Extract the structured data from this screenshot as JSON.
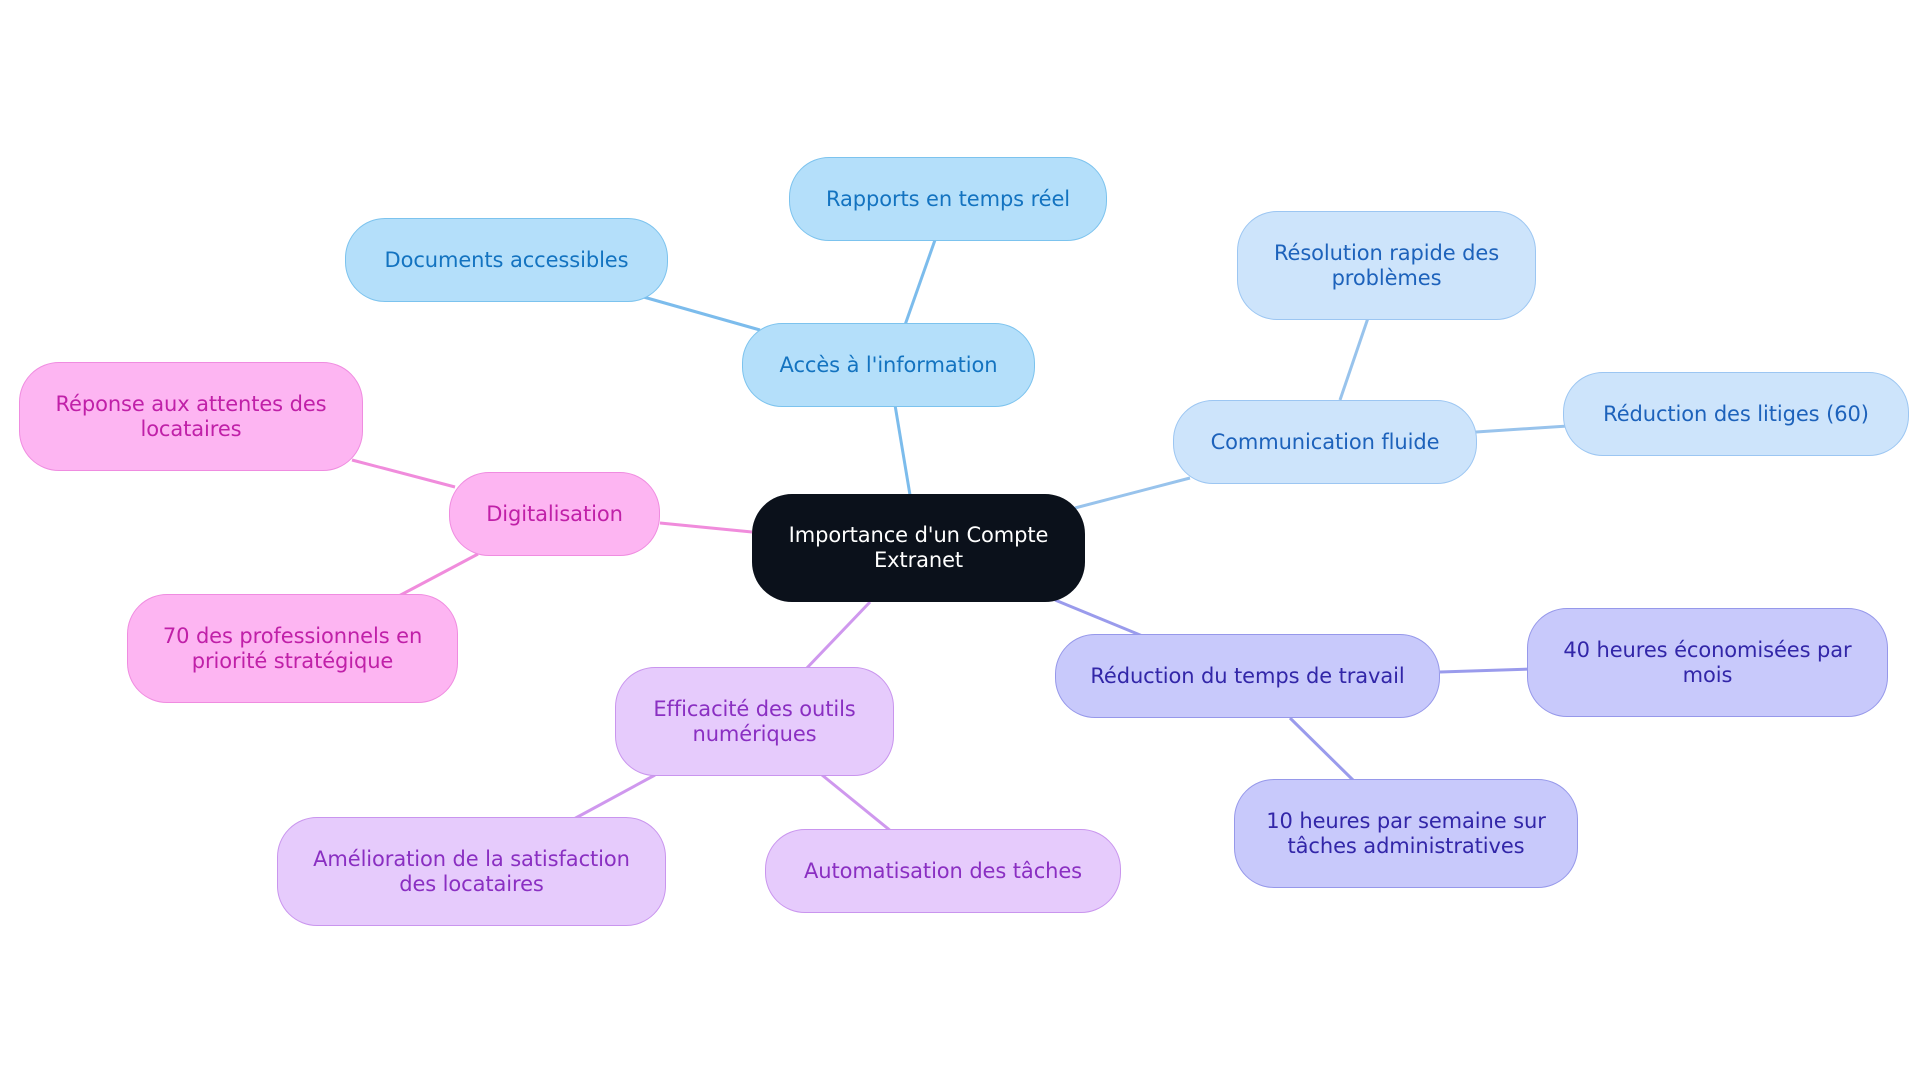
{
  "colors": {
    "root_bg": "#0b111b",
    "blue_light": "#b4dffa",
    "blue_pale": "#cde4fb",
    "violet": "#c8c9fb",
    "purple": "#e6cbfc",
    "pink": "#fdb5f2",
    "edge_blue": "#7cbcec",
    "edge_pale": "#98c3ec",
    "edge_violet": "#9a9bec",
    "edge_purple": "#cf98ee",
    "edge_pink": "#f08cdc"
  },
  "root": {
    "label": "Importance d'un Compte Extranet"
  },
  "branches": {
    "acces": {
      "label": "Accès à l'information",
      "children": [
        "Documents accessibles",
        "Rapports en temps réel"
      ]
    },
    "communication": {
      "label": "Communication fluide",
      "children": [
        "Résolution rapide des problèmes",
        "Réduction des litiges (60)"
      ]
    },
    "reduction": {
      "label": "Réduction du temps de travail",
      "children": [
        "40 heures économisées par mois",
        "10 heures par semaine sur tâches administratives"
      ]
    },
    "efficacite": {
      "label": "Efficacité des outils numériques",
      "children": [
        "Amélioration de la satisfaction des locataires",
        "Automatisation des tâches"
      ]
    },
    "digitalisation": {
      "label": "Digitalisation",
      "children": [
        "Réponse aux attentes des locataires",
        "70 des professionnels en priorité stratégique"
      ]
    }
  }
}
